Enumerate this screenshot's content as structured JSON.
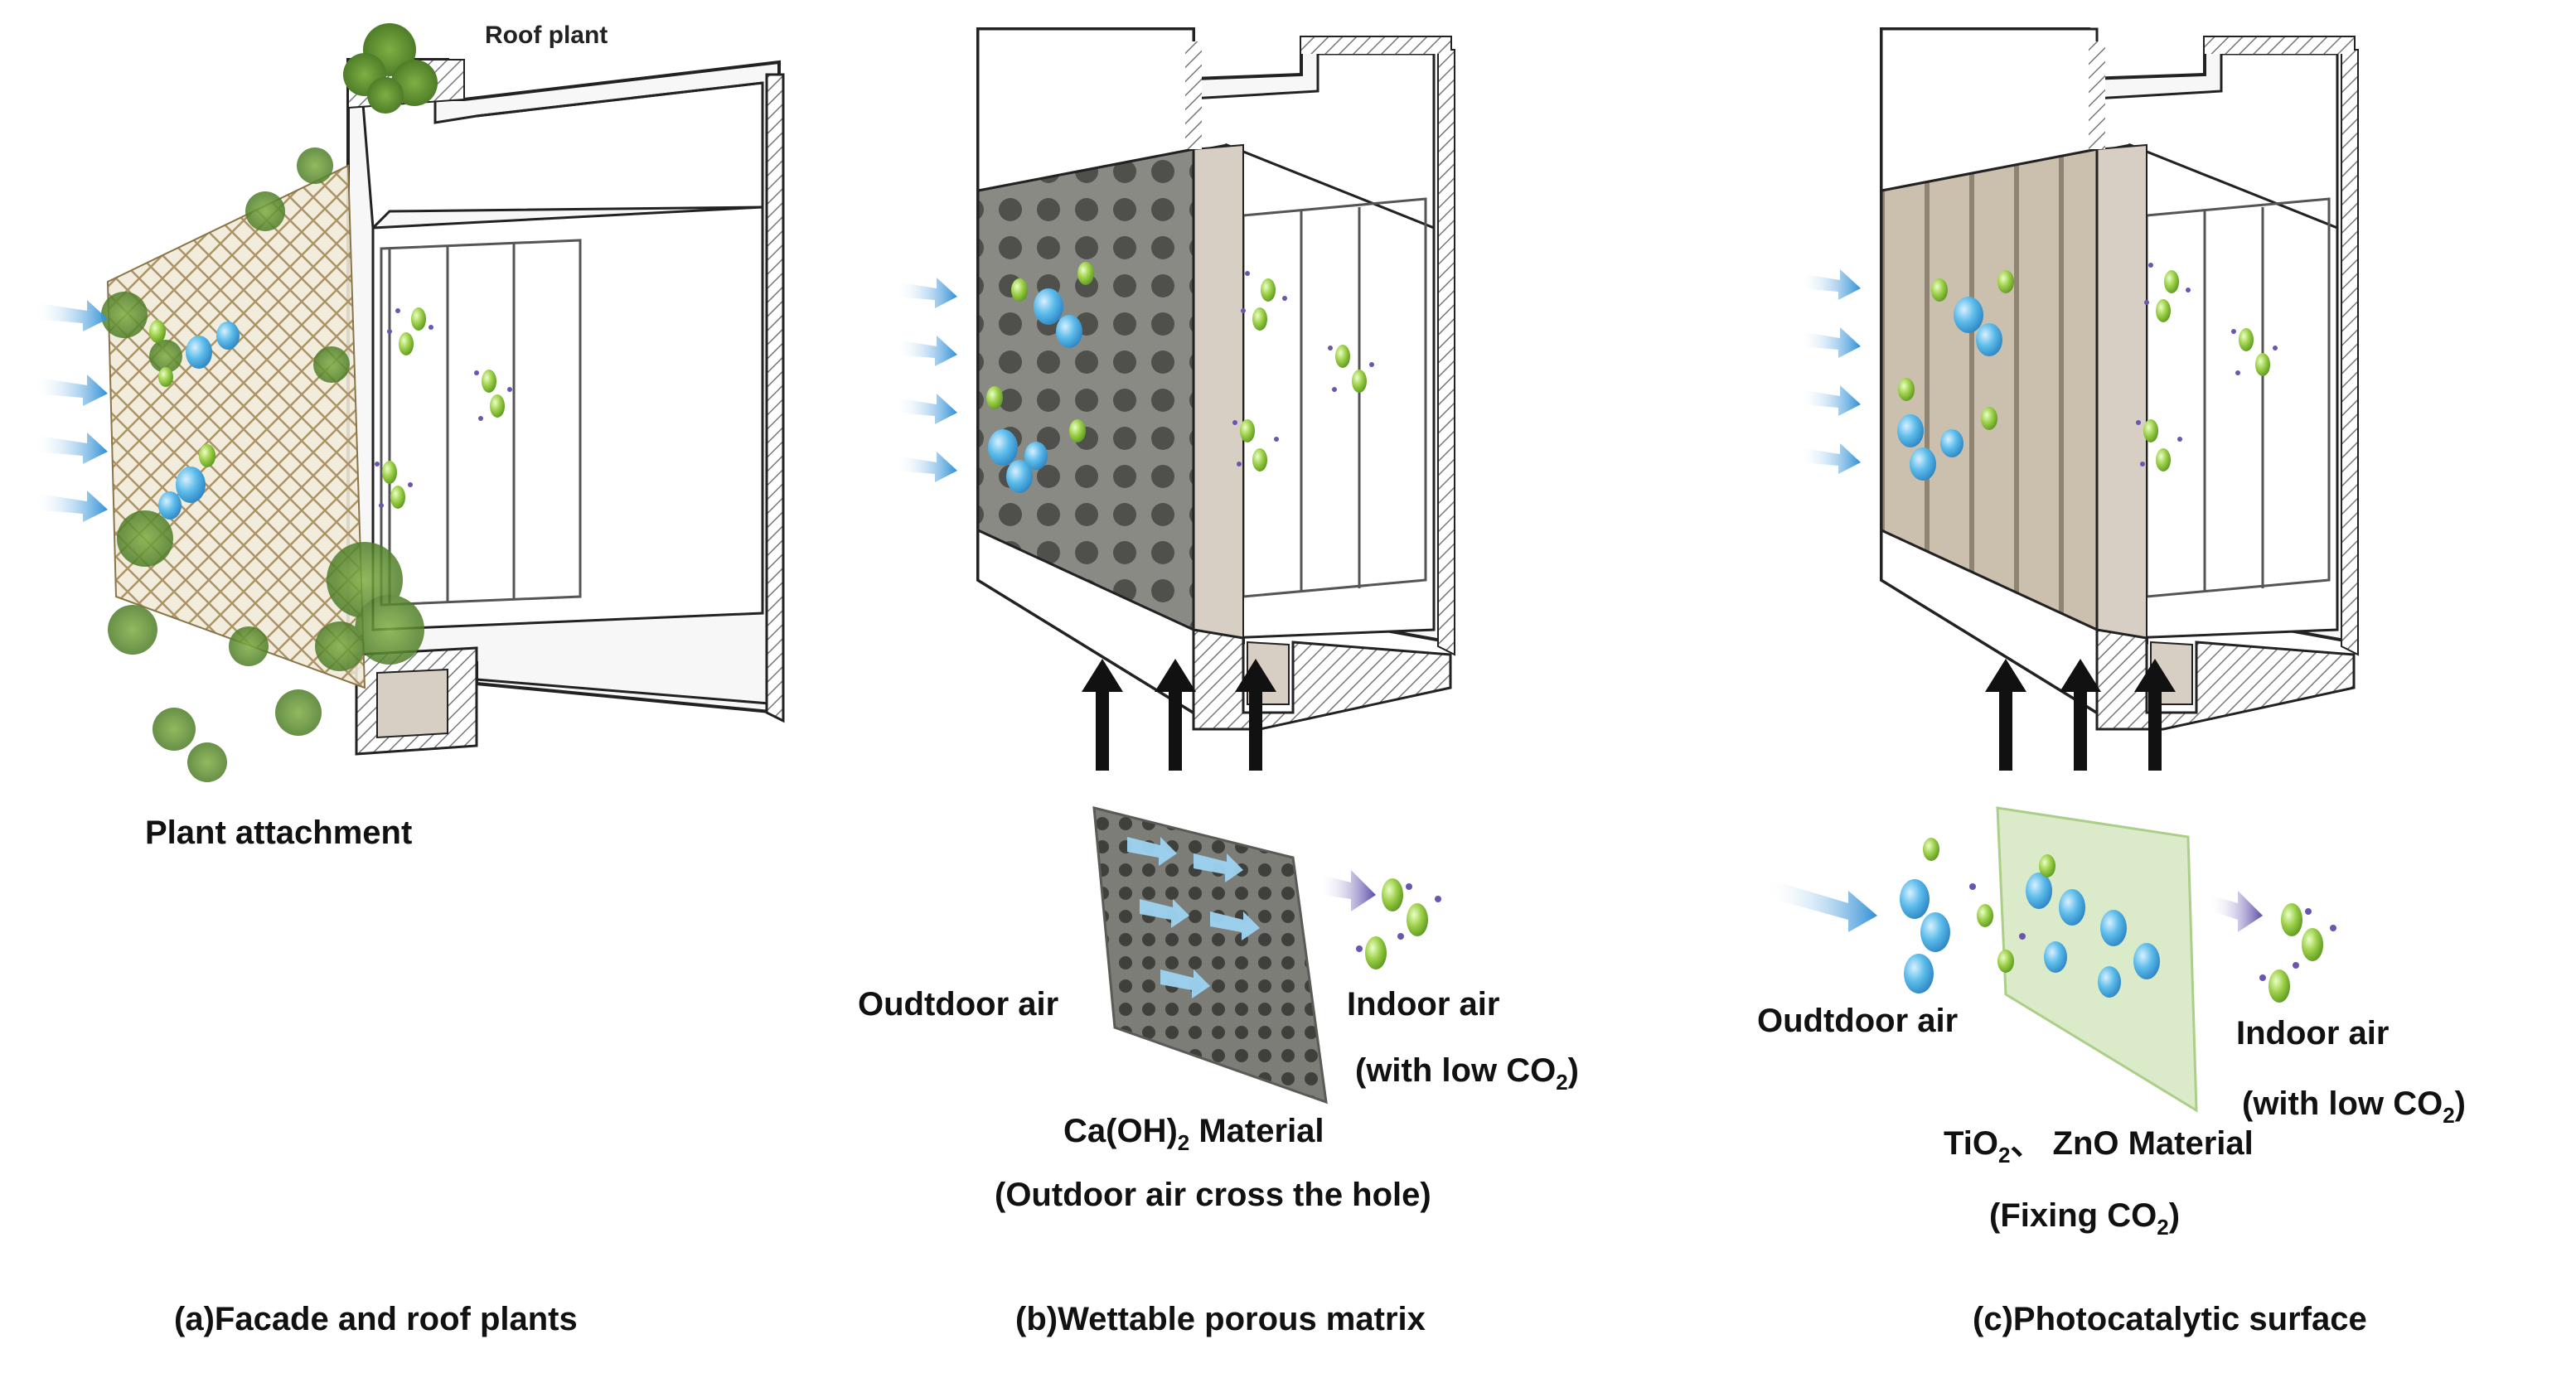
{
  "panels": [
    {
      "id": "a",
      "caption": "(a)Facade and roof plants",
      "labels": {
        "roof": "Roof plant",
        "attachment": "Plant attachment"
      }
    },
    {
      "id": "b",
      "caption": "(b)Wettable porous matrix",
      "labels": {
        "outdoor": "Oudtdoor air",
        "indoor": "Indoor air",
        "indoor_note_pre": "(with low CO",
        "indoor_note_sub": "2",
        "indoor_note_post": ")",
        "material_pre": "Ca(OH)",
        "material_sub": "2",
        "material_post": " Material",
        "material_note": "(Outdoor air cross the hole)"
      }
    },
    {
      "id": "c",
      "caption": "(c)Photocatalytic surface",
      "labels": {
        "outdoor": "Oudtdoor air",
        "indoor": "Indoor air",
        "indoor_note_pre": "(with low CO",
        "indoor_note_sub": "2",
        "indoor_note_post": ")",
        "material_pre": "TiO",
        "material_sub": "2",
        "material_post": "、 ZnO Material",
        "material_note_pre": "(Fixing CO",
        "material_note_sub": "2",
        "material_note_post": ")"
      }
    }
  ],
  "colors": {
    "wall": "#f7f7f7",
    "wall_stroke": "#222222",
    "hatch": "#777777",
    "porous": "#8a8a85",
    "hole": "#4f4f4c",
    "plaster": "#d8cfc4",
    "photocat": "#cfe3b8",
    "stripe": "#a99c8a",
    "co2_blue": "#4fb3e6",
    "o2_green": "#8cc63f",
    "dot_purple": "#6a55b0",
    "arrow_blue": "#3aa0dd",
    "plant": "#6f9e3a",
    "trellis": "#a48a5a"
  }
}
